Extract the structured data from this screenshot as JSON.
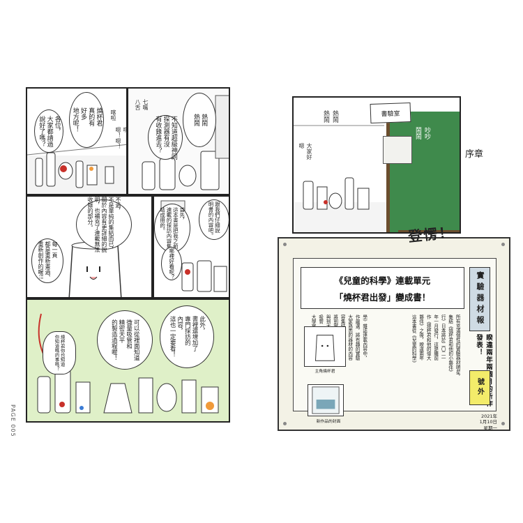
{
  "left_page": {
    "page_number": "PAGE 005",
    "panel1": {
      "bubble_a": "燒杯君\n真的有\n好多\n地方呢！",
      "bubble_b": "各位，\n大家都請過\n說好了嗎？",
      "sfx_a": "喀啦",
      "sfx_b": "嘿！\n嗯！嗯！"
    },
    "panel2": {
      "bubble_a": "熱鬧\n熱鬧",
      "bubble_b": "不知道超級神同\n探測器有沒\n有收錄進去？",
      "sfx_a": "七嘴\n八舌"
    },
    "panel3": {
      "bubble_a": "不過，\n不是單純的集結而已，\n關於內容有更詳細的說\n明，也補充了連載無法\n收錄的部分。",
      "bubble_b": "每一頁\n都是重新畫過、\n重新創作的喔!!"
    },
    "panel4": {
      "bubble_a": "首先，\n這本書是把我之前\n連載的採訪內容集\n結成冊的。",
      "bubble_b": "跟我們仔細說\n明書的內容吧。",
      "bubble_c": "哪裡好看呢？"
    },
    "panel5": {
      "bubble_a": "此外，\n書裡還增加了\n專門採訪的\n內容，\n這也一定要看！",
      "bubble_b": "可以從裡面知道\n微量吸管和\n精密天平\n的製造過程喔！",
      "sfx_a": "燒杯君你也知道\n你知道嗎的事嗎？"
    }
  },
  "right_page": {
    "panel6": {
      "room_sign": "書驗室",
      "sfx_a": "熱鬧\n熱鬧",
      "sfx_b": "吵吵\n鬧鬧",
      "sfx_c": "大家好\n嗯",
      "chapter_label": "序章"
    },
    "sign_board": {
      "sfx_big": "登愣！",
      "headline_line1": "《兒童的科學》連載單元",
      "headline_line2": "「燒杯君出發」變成書！",
      "masthead": "實驗器材報",
      "subhead": "睽違兩年兩個月的新作發表！",
      "issue": "號外",
      "issue_date_line1": "2021年",
      "issue_date_line2": "1月10日",
      "issue_date_line3": "星期一",
      "caption_beaker": "主角燒杯君",
      "caption_book": "新作品的封面",
      "article": [
        "所有充滿個性的實驗器材明星，",
        "集結《燒杯君和他的小夥伴》",
        "行）日本將於二〇二一",
        "年一月發行，這是繼前",
        "作《燒杯君和他的偉大",
        "夥伴》之後，睽違兩年",
        "這本書從《兒童的科學》",
        "學》雜誌連載內容中，",
        "作嚴選，將有趣的實驗",
        "大家熟悉的器材的內容",
        "容集結成冊。書中收錄",
        "將到實驗室現場進行採",
        "與到大家最熟悉的器材",
        "吸管（PIPETMAN）",
        "大學實驗室等原創新作"
      ]
    }
  }
}
